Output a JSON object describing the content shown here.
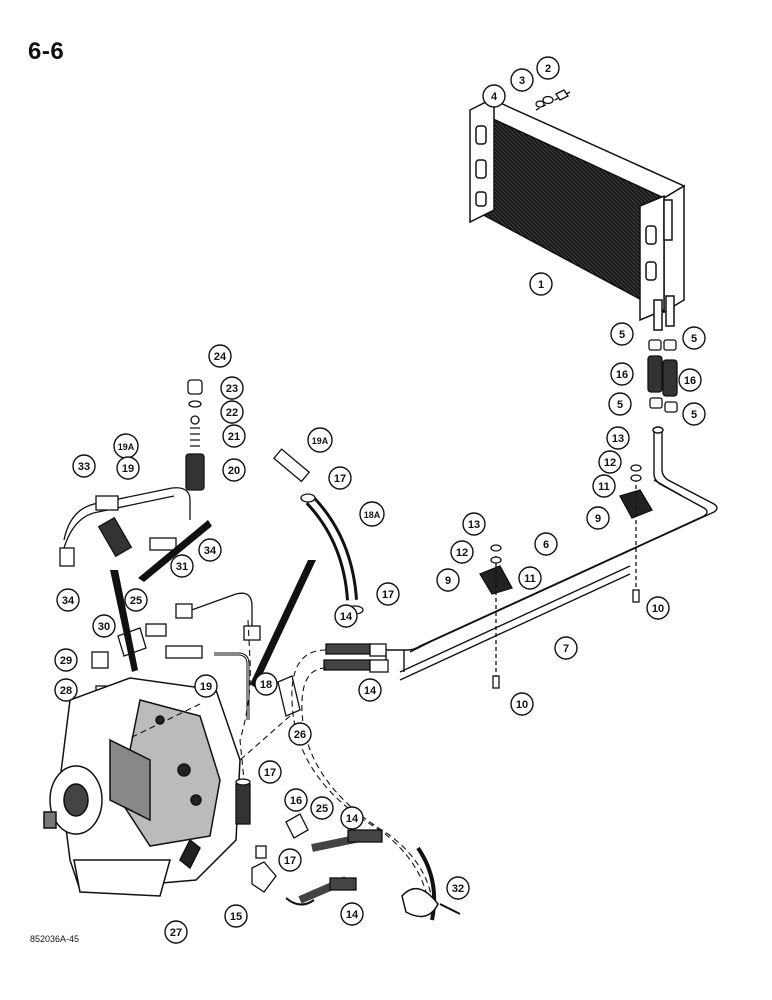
{
  "page_number": "6-6",
  "figure_code": "852036A-45",
  "callouts": [
    "1",
    "2",
    "3",
    "4",
    "5",
    "5",
    "5",
    "5",
    "16",
    "16",
    "13",
    "12",
    "11",
    "9",
    "6",
    "7",
    "10",
    "13",
    "12",
    "11",
    "9",
    "10",
    "24",
    "23",
    "22",
    "21",
    "20",
    "19A",
    "17",
    "18A",
    "17",
    "14",
    "14",
    "33",
    "19A",
    "19",
    "34",
    "34",
    "31",
    "25",
    "30",
    "29",
    "19",
    "28",
    "18",
    "26",
    "17",
    "16",
    "25",
    "14",
    "17",
    "15",
    "14",
    "27",
    "32"
  ]
}
